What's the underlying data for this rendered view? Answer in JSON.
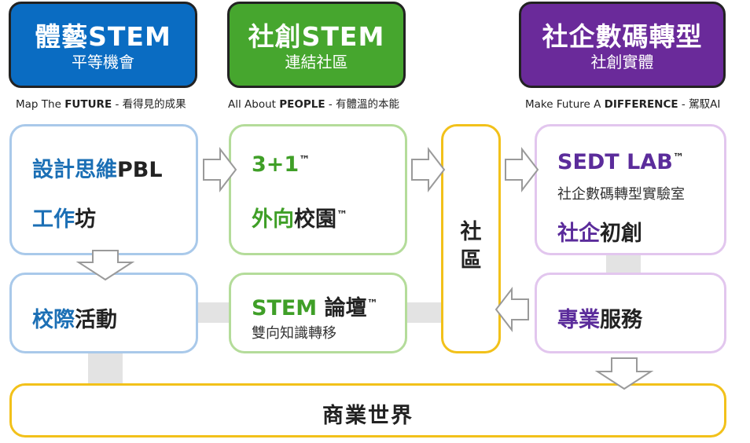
{
  "headers": [
    {
      "title": "體藝STEM",
      "subtitle": "平等機會",
      "color": "#0a6cc2"
    },
    {
      "title": "社創STEM",
      "subtitle": "連結社區",
      "color": "#46a62e"
    },
    {
      "title": "社企數碼轉型",
      "subtitle": "社創實體",
      "color": "#6a2a9a"
    }
  ],
  "taglines": [
    {
      "pre": "Map The ",
      "bold": "FUTURE",
      "post": " - 看得見的成果"
    },
    {
      "pre": "All About ",
      "bold": "PEOPLE",
      "post": " - 有體溫的本能"
    },
    {
      "pre": "Make Future A ",
      "bold": "DIFFERENCE",
      "post": " - 駕馭AI"
    }
  ],
  "boxes": {
    "design_thinking": {
      "line1_colored": "設計思維",
      "line1_rest": "PBL",
      "line2_colored": "工作",
      "line2_rest": "坊"
    },
    "three_plus_one": {
      "line1": "3+1",
      "line2_colored": "外向",
      "line2_rest": "校園",
      "tm": "™"
    },
    "sedt_lab": {
      "title": "SEDT LAB",
      "subtitle": "社企數碼轉型實驗室",
      "line2_colored": "社企",
      "line2_rest": "初創",
      "tm": "™"
    },
    "school_activity": {
      "colored": "校際",
      "rest": "活動"
    },
    "stem_forum": {
      "colored": "STEM",
      "rest": " 論壇",
      "subtitle": "雙向知識轉移",
      "tm": "™"
    },
    "professional": {
      "colored": "專業",
      "rest": "服務"
    },
    "community": {
      "label1": "社",
      "label2": "區"
    },
    "business": {
      "label": "商業世界"
    }
  }
}
